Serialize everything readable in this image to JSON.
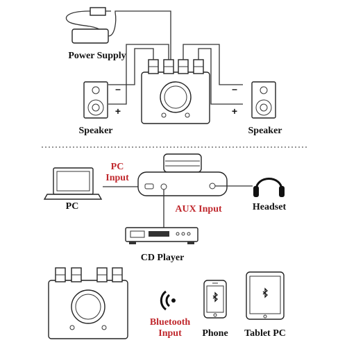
{
  "labels": {
    "power_supply": "Power Supply",
    "speaker_left": "Speaker",
    "speaker_right": "Speaker",
    "pc_input_line1": "PC",
    "pc_input_line2": "Input",
    "pc": "PC",
    "aux_input": "AUX Input",
    "headset": "Headset",
    "cd_player": "CD Player",
    "bluetooth_line1": "Bluetooth",
    "bluetooth_line2": "Input",
    "phone": "Phone",
    "tablet_pc": "Tablet PC",
    "minus_left": "–",
    "plus_left": "+",
    "minus_right": "–",
    "plus_right": "+"
  },
  "colors": {
    "accent_red": "#c0282d",
    "line": "#333333"
  },
  "icons": {
    "bluetooth": "bluetooth-icon",
    "wireless": "wireless-signal-icon"
  }
}
